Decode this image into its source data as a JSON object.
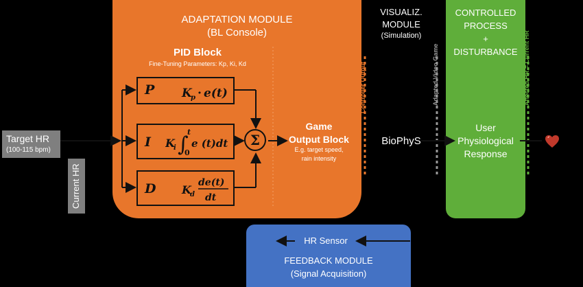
{
  "adaptation": {
    "title": "ADAPTATION MODULE",
    "subtitle": "(BL Console)"
  },
  "pid": {
    "title": "PID Block",
    "subtitle": "Fine-Tuning Parameters: Kp, Ki, Kd",
    "p": {
      "label": "P"
    },
    "i": {
      "label": "I"
    },
    "d": {
      "label": "D"
    },
    "sum_symbol": "Σ"
  },
  "game_output": {
    "title_line1": "Game",
    "title_line2": "Output Block",
    "note_line1": "E.g. target speed,",
    "note_line2": "rain intensity"
  },
  "visualiz": {
    "line1": "VISUALIZ.",
    "line2": "MODULE",
    "line3": "(Simulation)",
    "center": "BioPhyS"
  },
  "controlled": {
    "line1": "CONTROLLED",
    "line2": "PROCESS",
    "line3": "+",
    "line4": "DISTURBANCE",
    "resp1": "User",
    "resp2": "Physiological",
    "resp3": "Response"
  },
  "feedback": {
    "sensor": "HR Sensor",
    "line1": "FEEDBACK MODULE",
    "line2": "(Signal Acquisition)"
  },
  "target": {
    "line1": "Target HR",
    "line2": "(100-115 bpm)"
  },
  "current_hr": "Current HR",
  "signals": {
    "controller_output": "Controller Output",
    "adapted_video_game": "Adapted Video Game",
    "affected_hr": "Affected HR = Current HR"
  },
  "colors": {
    "orange": "#E8762B",
    "green": "#5FAE3A",
    "blue": "#4472C4",
    "gray": "#7F7F7F",
    "heart": "#C0392B"
  },
  "icons": {
    "heart": "heart-icon"
  }
}
